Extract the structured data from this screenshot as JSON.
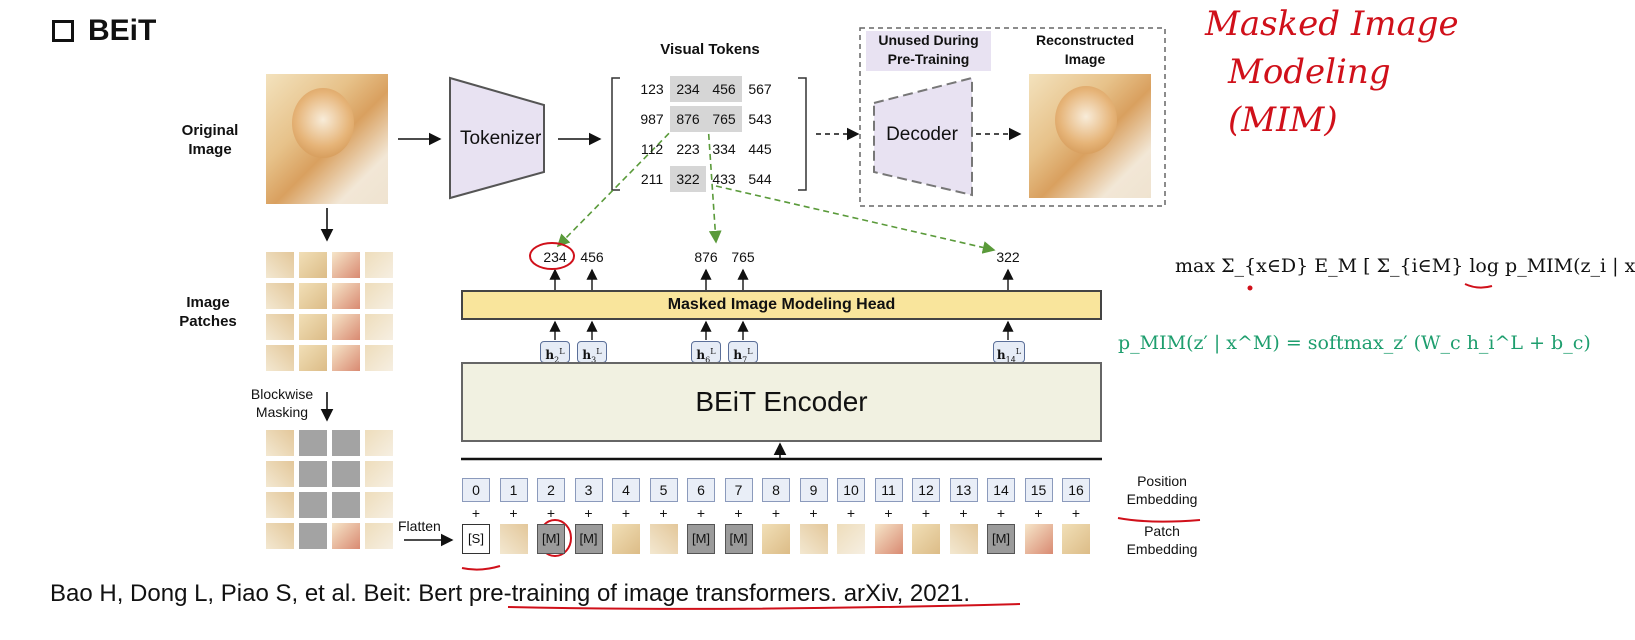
{
  "page": {
    "title": "BEiT"
  },
  "diagram": {
    "original_image_label": "Original\nImage",
    "tokenizer_label": "Tokenizer",
    "visual_tokens_label": "Visual Tokens",
    "token_rows": [
      [
        "123",
        "234",
        "456",
        "567"
      ],
      [
        "987",
        "876",
        "765",
        "543"
      ],
      [
        "112",
        "223",
        "334",
        "445"
      ],
      [
        "211",
        "322",
        "433",
        "544"
      ]
    ],
    "highlighted_tokens": [
      [
        0,
        1
      ],
      [
        0,
        2
      ],
      [
        1,
        1
      ],
      [
        1,
        2
      ],
      [
        3,
        1
      ]
    ],
    "unused_label": "Unused During\nPre-Training",
    "reconstructed_label": "Reconstructed\nImage",
    "decoder_label": "Decoder",
    "image_patches_label": "Image\nPatches",
    "blockwise_label": "Blockwise\nMasking",
    "flatten_label": "Flatten",
    "mim_head_label": "Masked Image Modeling Head",
    "encoder_label": "BEiT Encoder",
    "predicted_tokens": [
      "234",
      "456",
      "876",
      "765",
      "322"
    ],
    "hidden_states": [
      {
        "sub": "2",
        "sup": "L"
      },
      {
        "sub": "3",
        "sup": "L"
      },
      {
        "sub": "6",
        "sup": "L"
      },
      {
        "sub": "7",
        "sup": "L"
      },
      {
        "sub": "14",
        "sup": "L"
      }
    ],
    "position_indices": [
      "0",
      "1",
      "2",
      "3",
      "4",
      "5",
      "6",
      "7",
      "8",
      "9",
      "10",
      "11",
      "12",
      "13",
      "14",
      "15",
      "16"
    ],
    "plus_sign": "+",
    "patches": [
      "[S]",
      "img",
      "[M]",
      "[M]",
      "img",
      "img",
      "[M]",
      "[M]",
      "img",
      "img",
      "img",
      "img",
      "img",
      "img",
      "[M]",
      "img",
      "img"
    ],
    "position_embedding_label": "Position\nEmbedding",
    "patch_embedding_label": "Patch\nEmbedding"
  },
  "equations": {
    "objective": "max Σ_{x∈D} E_M [ Σ_{i∈M} log p_MIM(z_i | x^M) ]",
    "p_mim": "p_MIM(z′ | x^M) = softmax_z′ (W_c h_i^L + b_c)"
  },
  "annotations": {
    "handwritten": [
      "Masked Image",
      "Modeling",
      "(MIM)"
    ]
  },
  "citation": "Bao H, Dong L, Piao S, et al. Beit: Bert pre-training of image transformers. arXiv, 2021.",
  "colors": {
    "tokenizer_fill": "#e8e2f2",
    "head_fill": "#f9e59c",
    "encoder_fill": "#f1f1e1",
    "mask_gray": "#a3a3a3",
    "equation_green": "#1e9e6e",
    "annotation_red": "#d0101a",
    "arrow_green": "#5a9a3a"
  }
}
